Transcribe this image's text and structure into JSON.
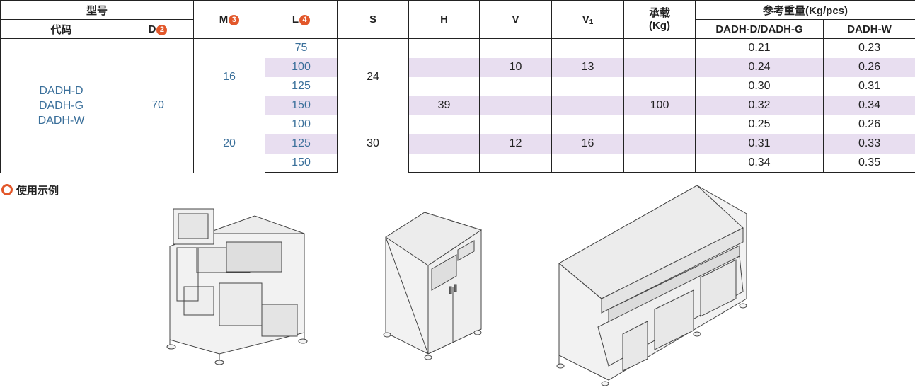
{
  "header": {
    "model": "型号",
    "code": "代码",
    "d": "D",
    "d_num": "2",
    "m": "M",
    "m_num": "3",
    "l": "L",
    "l_num": "4",
    "s": "S",
    "h": "H",
    "v": "V",
    "v1": "V",
    "v1_sub": "1",
    "load": "承载",
    "load_unit": "(Kg)",
    "weight": "参考重量(Kg/pcs)",
    "weight_col1": "DADH-D/DADH-G",
    "weight_col2": "DADH-W"
  },
  "codes": [
    "DADH-D",
    "DADH-G",
    "DADH-W"
  ],
  "d_value": "70",
  "h_value": "39",
  "load_value": "100",
  "groups": [
    {
      "m": "16",
      "s": "24",
      "v": "10",
      "v1": "13",
      "rows": [
        {
          "l": "75",
          "w1": "0.21",
          "w2": "0.23"
        },
        {
          "l": "100",
          "w1": "0.24",
          "w2": "0.26"
        },
        {
          "l": "125",
          "w1": "0.30",
          "w2": "0.31"
        },
        {
          "l": "150",
          "w1": "0.32",
          "w2": "0.34"
        }
      ]
    },
    {
      "m": "20",
      "s": "30",
      "v": "12",
      "v1": "16",
      "rows": [
        {
          "l": "100",
          "w1": "0.25",
          "w2": "0.26"
        },
        {
          "l": "125",
          "w1": "0.31",
          "w2": "0.33"
        },
        {
          "l": "150",
          "w1": "0.34",
          "w2": "0.35"
        }
      ]
    }
  ],
  "usage_title": "使用示例",
  "colors": {
    "accent": "#e2572a",
    "blue_text": "#3a6f9a",
    "row_highlight": "#e8def0"
  }
}
